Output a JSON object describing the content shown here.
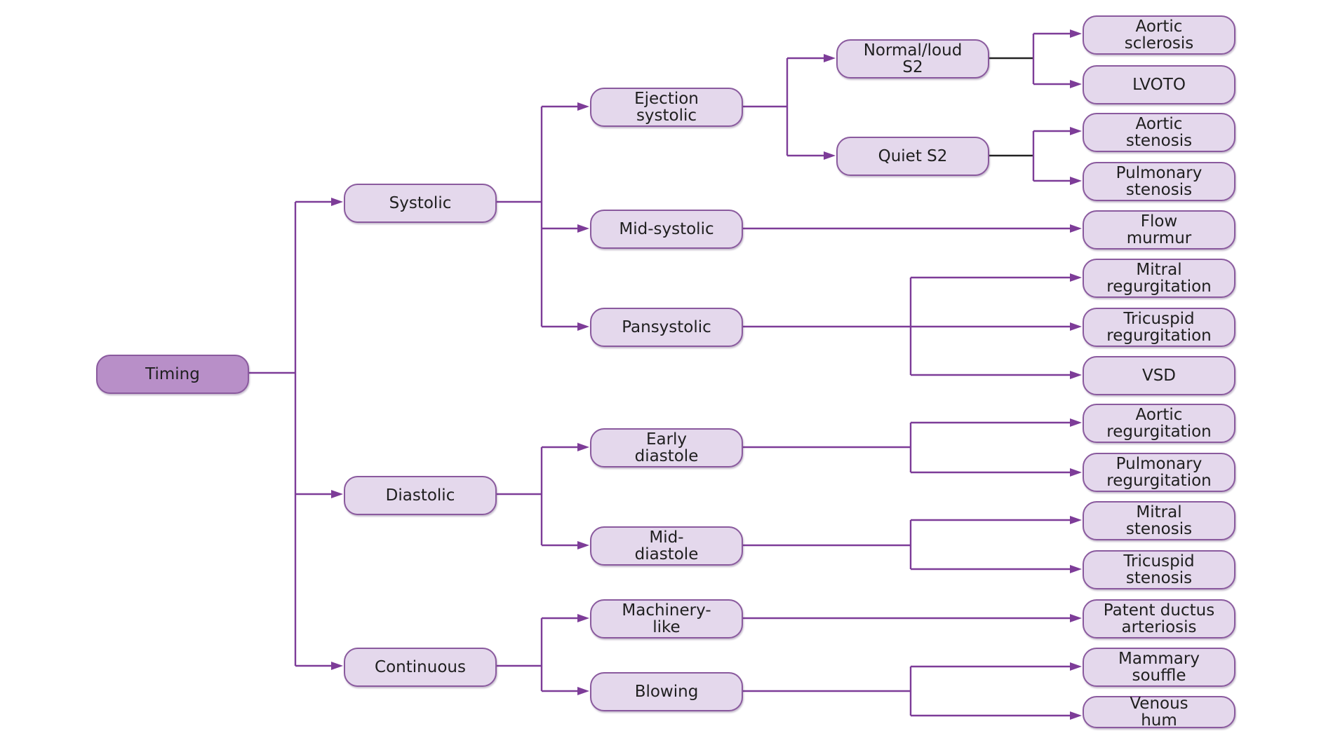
{
  "diagram": {
    "root": {
      "label": "Timing"
    },
    "categories": [
      {
        "label": "Systolic"
      },
      {
        "label": "Diastolic"
      },
      {
        "label": "Continuous"
      }
    ],
    "subtypes": [
      {
        "label": "Ejection\nsystolic"
      },
      {
        "label": "Mid-systolic"
      },
      {
        "label": "Pansystolic"
      },
      {
        "label": "Early\ndiastole"
      },
      {
        "label": "Mid-\ndiastole"
      },
      {
        "label": "Machinery-\nlike"
      },
      {
        "label": "Blowing"
      }
    ],
    "s2": [
      {
        "label": "Normal/loud\nS2"
      },
      {
        "label": "Quiet S2"
      }
    ],
    "causes": [
      {
        "label": "Aortic\nsclerosis"
      },
      {
        "label": "LVOTO"
      },
      {
        "label": "Aortic\nstenosis"
      },
      {
        "label": "Pulmonary\nstenosis"
      },
      {
        "label": "Flow\nmurmur"
      },
      {
        "label": "Mitral\nregurgitation"
      },
      {
        "label": "Tricuspid\nregurgitation"
      },
      {
        "label": "VSD"
      },
      {
        "label": "Aortic\nregurgitation"
      },
      {
        "label": "Pulmonary\nregurgitation"
      },
      {
        "label": "Mitral\nstenosis"
      },
      {
        "label": "Tricuspid\nstenosis"
      },
      {
        "label": "Patent ductus\narteriosis"
      },
      {
        "label": "Mammary\nsouffle"
      },
      {
        "label": "Venous\nhum"
      }
    ],
    "colors": {
      "connector": "#7d3c98",
      "box_fill": "#e4d8ec",
      "root_fill": "#b88fc8",
      "box_border": "#8a5a9e"
    }
  }
}
